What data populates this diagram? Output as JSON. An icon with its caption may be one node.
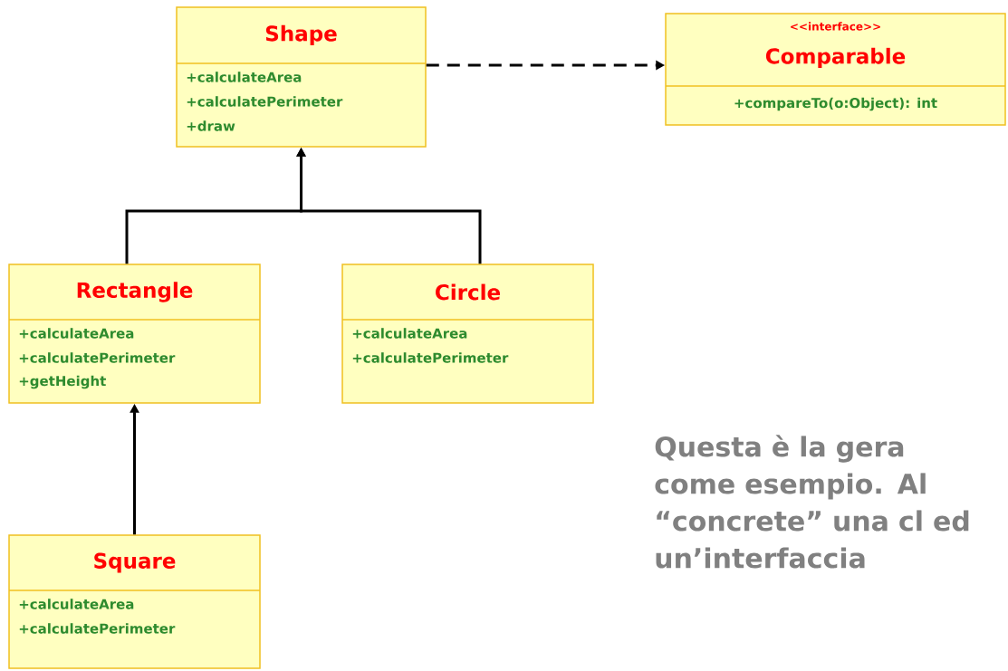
{
  "diagram": {
    "nodes": [
      {
        "text": [
          "Shape",
          "+calculateArea",
          "+calculatePerimeter",
          "+draw"
        ]
      },
      {
        "text": [
          "<<interface>>",
          "Comparable",
          "+compareTo(o:Object): int"
        ]
      },
      {
        "text": [
          "Rectangle",
          "+calculateArea",
          "+calculatePerimeter",
          "+getHeight"
        ]
      },
      {
        "text": [
          "Circle",
          "+calculateArea",
          "+calculatePerimeter"
        ]
      },
      {
        "text": [
          "Square",
          "+calculateArea",
          "+calculatePerimeter"
        ]
      }
    ],
    "edges": [
      {
        "from": 0,
        "to": 1,
        "arrow": "to",
        "style": "dashed"
      },
      {
        "from": 2,
        "to": 0,
        "arrow": "to"
      },
      {
        "from": 3,
        "to": 0,
        "arrow": "to"
      },
      {
        "from": 4,
        "to": 2,
        "arrow": "to"
      }
    ],
    "labels": [
      "Questa è la gera come esempio. Al “concrete” una cl ed un’interfaccia"
    ]
  }
}
